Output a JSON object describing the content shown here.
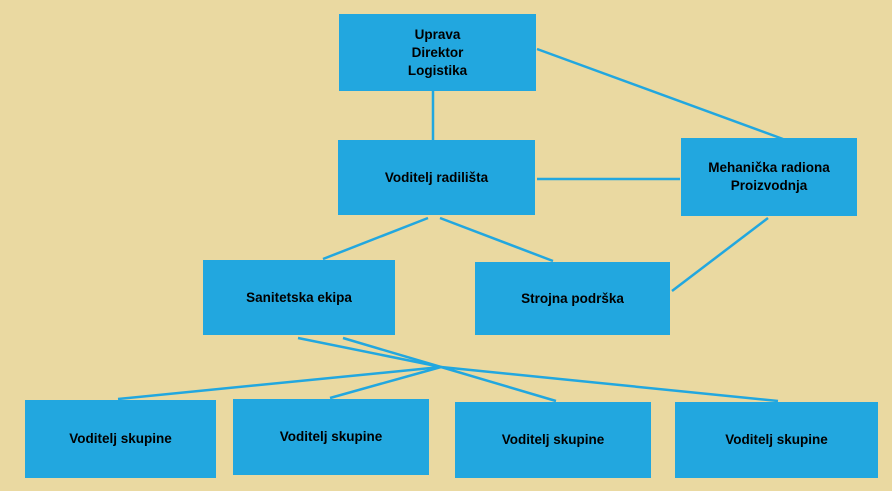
{
  "diagram": {
    "type": "org-chart",
    "colors": {
      "background": "#EAD9A1",
      "node_fill": "#22A7DF",
      "connector": "#22A7DF",
      "text": "#000000"
    },
    "nodes": {
      "uprava": {
        "lines": [
          "Uprava",
          "Direktor",
          "Logistika"
        ]
      },
      "voditelj_radilista": {
        "label": "Voditelj radilišta"
      },
      "mehanicka_radiona": {
        "lines": [
          "Mehanička radiona",
          "Proizvodnja"
        ]
      },
      "sanitetska_ekipa": {
        "label": "Sanitetska ekipa"
      },
      "strojna_podrska": {
        "label": "Strojna podrška"
      },
      "voditelj_skupine_1": {
        "label": "Voditelj skupine"
      },
      "voditelj_skupine_2": {
        "label": "Voditelj skupine"
      },
      "voditelj_skupine_3": {
        "label": "Voditelj skupine"
      },
      "voditelj_skupine_4": {
        "label": "Voditelj skupine"
      }
    },
    "edges": [
      {
        "from": "uprava",
        "to": "voditelj_radilista"
      },
      {
        "from": "uprava",
        "to": "mehanicka_radiona"
      },
      {
        "from": "voditelj_radilista",
        "to": "mehanicka_radiona"
      },
      {
        "from": "voditelj_radilista",
        "to": "sanitetska_ekipa"
      },
      {
        "from": "voditelj_radilista",
        "to": "strojna_podrska"
      },
      {
        "from": "mehanicka_radiona",
        "to": "strojna_podrska"
      },
      {
        "from": "sanitetska_ekipa",
        "to": "voditelj_skupine_1"
      },
      {
        "from": "sanitetska_ekipa",
        "to": "voditelj_skupine_2"
      },
      {
        "from": "sanitetska_ekipa",
        "to": "voditelj_skupine_3"
      },
      {
        "from": "sanitetska_ekipa",
        "to": "voditelj_skupine_4"
      }
    ]
  }
}
